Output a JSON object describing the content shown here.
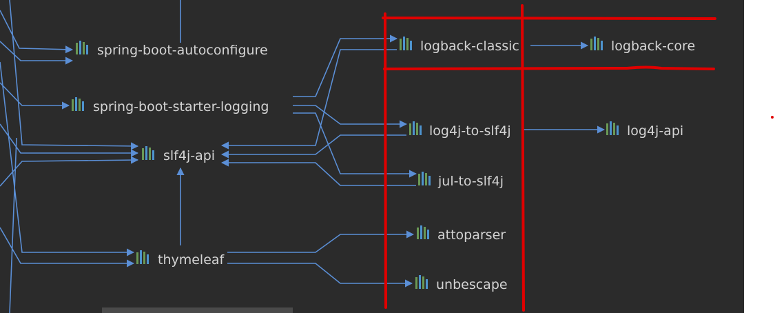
{
  "nodes": [
    {
      "id": "spring-boot-autoconfigure",
      "label": "spring-boot-autoconfigure"
    },
    {
      "id": "spring-boot-starter-logging",
      "label": "spring-boot-starter-logging"
    },
    {
      "id": "slf4j-api",
      "label": "slf4j-api"
    },
    {
      "id": "thymeleaf",
      "label": "thymeleaf"
    },
    {
      "id": "logback-classic",
      "label": "logback-classic"
    },
    {
      "id": "logback-core",
      "label": "logback-core"
    },
    {
      "id": "log4j-to-slf4j",
      "label": "log4j-to-slf4j"
    },
    {
      "id": "log4j-api",
      "label": "log4j-api"
    },
    {
      "id": "jul-to-slf4j",
      "label": "jul-to-slf4j"
    },
    {
      "id": "attoparser",
      "label": "attoparser"
    },
    {
      "id": "unbescape",
      "label": "unbescape"
    }
  ],
  "edges": [
    {
      "from": "spring-boot-starter-logging",
      "to": "logback-classic"
    },
    {
      "from": "spring-boot-starter-logging",
      "to": "log4j-to-slf4j"
    },
    {
      "from": "spring-boot-starter-logging",
      "to": "jul-to-slf4j"
    },
    {
      "from": "logback-classic",
      "to": "logback-core"
    },
    {
      "from": "logback-classic",
      "to": "slf4j-api"
    },
    {
      "from": "log4j-to-slf4j",
      "to": "log4j-api"
    },
    {
      "from": "log4j-to-slf4j",
      "to": "slf4j-api"
    },
    {
      "from": "jul-to-slf4j",
      "to": "slf4j-api"
    },
    {
      "from": "thymeleaf",
      "to": "slf4j-api"
    },
    {
      "from": "thymeleaf",
      "to": "attoparser"
    },
    {
      "from": "thymeleaf",
      "to": "unbescape"
    }
  ],
  "colors": {
    "background": "#2b2b2b",
    "edge": "#5b8fd6",
    "label": "#d4d4d4",
    "annotation": "#e00000",
    "icon_bars": [
      "#6a9955",
      "#4e94ce",
      "#6a9955",
      "#4e94ce"
    ]
  },
  "icon": "library-icon"
}
